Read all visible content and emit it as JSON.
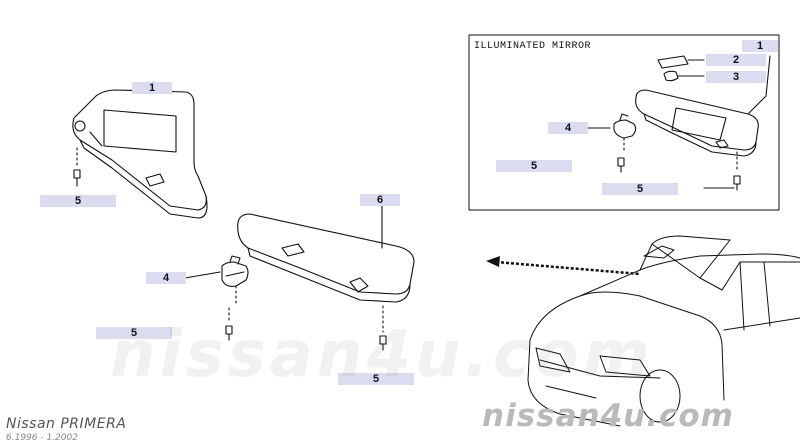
{
  "frame": {
    "title": "ILLUMINATED MIRROR"
  },
  "callouts": {
    "left_visor_part": "1",
    "left_screw": "5",
    "right_visor_part": "6",
    "holder_part": "4",
    "holder_screw": "5",
    "visor_screw": "5",
    "mirror_visor_part": "1",
    "lens_part": "2",
    "bulb_part": "3",
    "mirror_holder_part": "4",
    "mirror_holder_screw": "5",
    "mirror_visor_screw": "5"
  },
  "footer": {
    "model": "Nissan PRIMERA",
    "dates": "6.1996 - 1.2002",
    "logo": "nissan4u.com",
    "watermark": "nissan4u.com"
  },
  "colors": {
    "callout_fill": "#dcdcf0",
    "ink": "#111111",
    "logo": "#b9b9b9"
  }
}
